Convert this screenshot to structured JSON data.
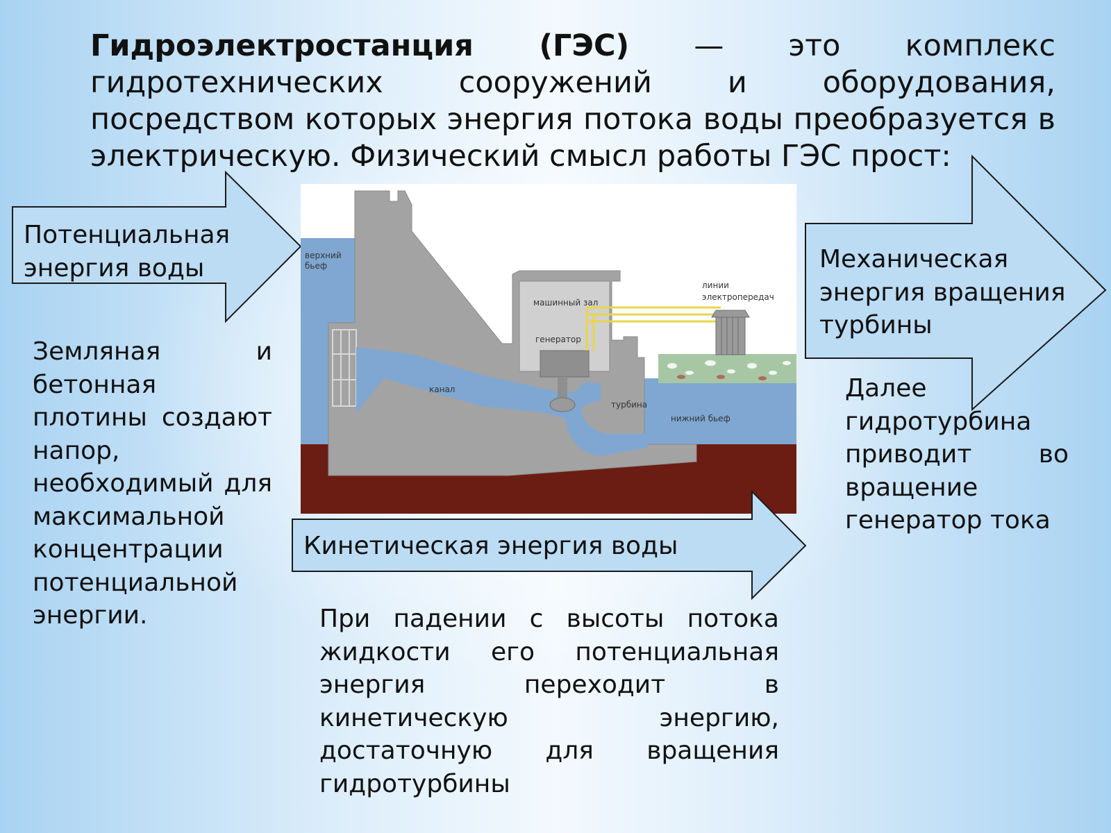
{
  "title": {
    "bold": "Гидроэлектростанция (ГЭС)",
    "rest": "— это комплекс гидротехнических сооружений и оборудования, посредством которых энергия потока воды преобразуется в электрическую. Физический смысл работы ГЭС прост:"
  },
  "arrows": {
    "potential": "Потенциальная энергия воды",
    "mechanical": "Механическая энергия вращения турбины",
    "kinetic": "Кинетическая энергия воды"
  },
  "texts": {
    "left": "Земляная и бетонная плотины создают напор, необходимый для максимальной концентрации потенциальной энергии.",
    "right": "Далее гидротурбина приводит во вращение генератор тока",
    "bottom": "При падении с высоты потока жидкости его потенциальная энергия переходит в кинетическую энергию, достаточную для вращения гидротурбины"
  },
  "diagram": {
    "upper_pool": [
      "верхний",
      "бьеф"
    ],
    "machine_hall": "машинный зал",
    "generator": "генератор",
    "power_lines": [
      "линии",
      "электропередач"
    ],
    "channel": "канал",
    "turbine": "турбина",
    "lower_pool": "нижний бьеф"
  },
  "colors": {
    "arrow_fill": "#bcdcf4",
    "water": "#7fa7d2",
    "concrete": "#a3a3a3",
    "ground": "#6b1d13"
  }
}
